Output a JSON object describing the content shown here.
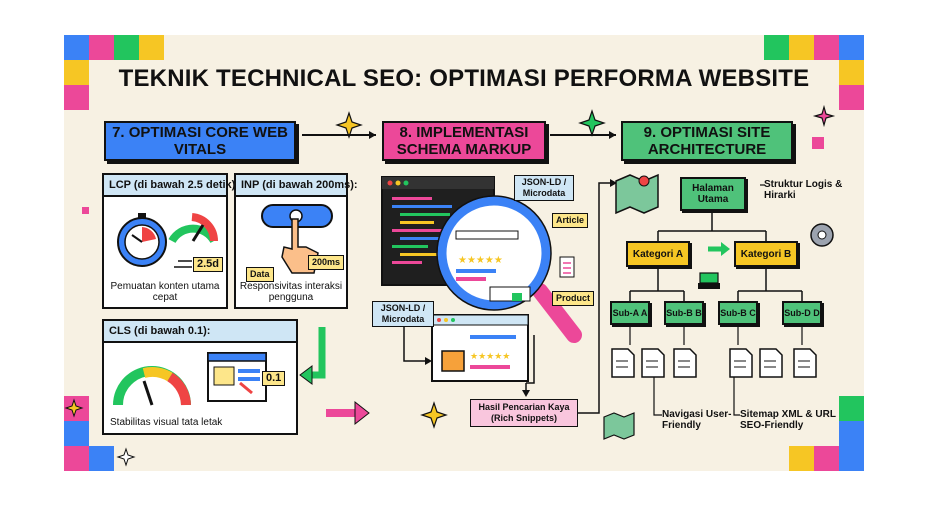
{
  "title": "TEKNIK TECHNICAL SEO: OPTIMASI PERFORMA WEBSITE",
  "sections": {
    "cwv": {
      "title": "7. OPTIMASI CORE WEB VITALS",
      "color": "#3b82f6"
    },
    "schema": {
      "title": "8. IMPLEMENTASI SCHEMA MARKUP",
      "color": "#ec4899"
    },
    "site": {
      "title": "9. OPTIMASI SITE ARCHITECTURE",
      "color": "#22c55e"
    }
  },
  "lcp": {
    "header": "LCP (di bawah 2.5 detik):",
    "value": "2.5d",
    "caption": "Pemuatan konten utama cepat"
  },
  "inp": {
    "header": "INP (di bawah 200ms):",
    "data_tag": "Data",
    "value": "200ms",
    "caption": "Responsivitas interaksi pengguna"
  },
  "cls": {
    "header": "CLS (di bawah 0.1):",
    "value": "0.1",
    "caption": "Stabilitas visual tata letak"
  },
  "schema": {
    "jsonld_top": "JSON-LD / Microdata",
    "jsonld_left": "JSON-LD / Microdata",
    "article": "Article",
    "product": "Product",
    "rich": "Hasil Pencarian Kaya (Rich Snippets)"
  },
  "site": {
    "home": "Halaman Utama",
    "structure_note": "Struktur Logis & Hirarki",
    "cat_a": "Kategori A",
    "cat_b": "Kategori B",
    "subs": [
      "Sub-A A",
      "Sub-B B",
      "Sub-B C",
      "Sub-D D"
    ],
    "nav_note": "Navigasi User-Friendly",
    "sitemap_note": "Sitemap XML & URL SEO-Friendly"
  },
  "colors": {
    "blue": "#3b82f6",
    "pink": "#ec4899",
    "green": "#22c55e",
    "yellow": "#f6c624",
    "light_blue": "#cfe6f5"
  }
}
